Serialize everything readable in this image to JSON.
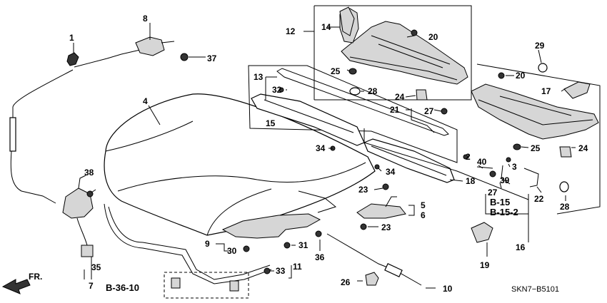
{
  "diagram": {
    "code": "SKN7−B5101",
    "direction": "FR.",
    "references": [
      "B-15",
      "B-15-2",
      "B-36-10"
    ],
    "labels": [
      "1",
      "2",
      "3",
      "4",
      "5",
      "6",
      "7",
      "8",
      "10",
      "11",
      "12",
      "13",
      "14",
      "15",
      "16",
      "17",
      "18",
      "19",
      "20",
      "20",
      "21",
      "22",
      "23",
      "23",
      "24",
      "24",
      "25",
      "25",
      "26",
      "27",
      "27",
      "28",
      "28",
      "29",
      "30",
      "31",
      "32",
      "33",
      "34",
      "34",
      "35",
      "36",
      "37",
      "38",
      "39",
      "40",
      "9"
    ]
  }
}
